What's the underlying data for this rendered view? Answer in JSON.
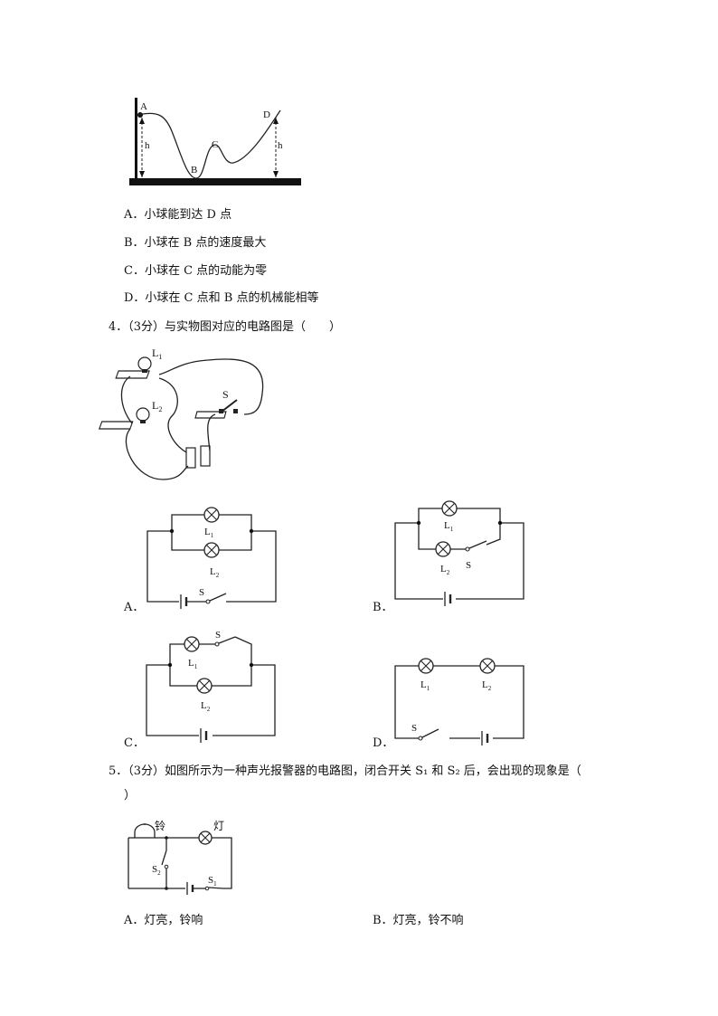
{
  "q3": {
    "figure": {
      "A": "A",
      "B": "B",
      "C": "C",
      "D": "D",
      "h_left": "h",
      "h_right": "h"
    },
    "options": [
      "A．小球能到达 D 点",
      "B．小球在 B 点的速度最大",
      "C．小球在 C 点的动能为零",
      "D．小球在 C 点和 B 点的机械能相等"
    ]
  },
  "q4": {
    "stem": "4．（3分）与实物图对应的电路图是（　　）",
    "photo": {
      "L1": "L",
      "L1_sub": "1",
      "L2": "L",
      "L2_sub": "2",
      "S": "S"
    },
    "choices": {
      "A": {
        "letter": "A．",
        "L1": "L",
        "L1_sub": "1",
        "L2": "L",
        "L2_sub": "2",
        "S": "S"
      },
      "B": {
        "letter": "B．",
        "L1": "L",
        "L1_sub": "1",
        "L2": "L",
        "L2_sub": "2",
        "S": "S"
      },
      "C": {
        "letter": "C．",
        "L1": "L",
        "L1_sub": "1",
        "L2": "L",
        "L2_sub": "2",
        "S": "S"
      },
      "D": {
        "letter": "D．",
        "L1": "L",
        "L1_sub": "1",
        "L2": "L",
        "L2_sub": "2",
        "S": "S"
      }
    }
  },
  "q5": {
    "stem_line1": "5．（3分）如图所示为一种声光报警器的电路图，闭合开关 S₁ 和 S₂ 后，会出现的现象是（",
    "stem_line2": "）",
    "figure": {
      "bell": "铃",
      "lamp": "灯",
      "S1": "S",
      "S1_sub": "1",
      "S2": "S",
      "S2_sub": "2"
    },
    "options": [
      "A．灯亮，铃响",
      "B．灯亮，铃不响"
    ]
  }
}
